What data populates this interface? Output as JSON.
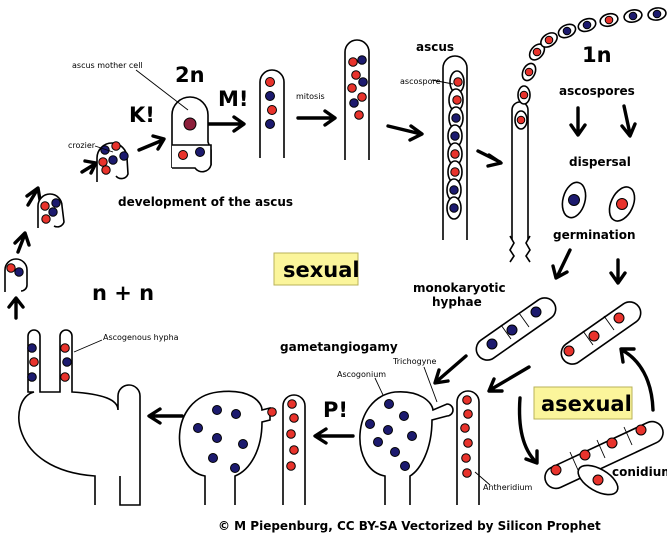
{
  "labels": {
    "ascus_mother_cell": "ascus mother cell",
    "two_n": "2n",
    "k": "K!",
    "m": "M!",
    "mitosis": "mitosis",
    "ascus": "ascus",
    "ascospore": "ascospore",
    "one_n": "1n",
    "ascospores": "ascospores",
    "crozier": "crozier",
    "dispersal": "dispersal",
    "development": "development of the ascus",
    "germination": "germination",
    "sexual": "sexual",
    "monokaryotic": "monokaryotic",
    "hyphae": "hyphae",
    "n_plus_n": "n + n",
    "ascogenous_hypha": "Ascogenous hypha",
    "gametangiogamy": "gametangiogamy",
    "trichogyne": "Trichogyne",
    "ascogonium": "Ascogonium",
    "p": "P!",
    "asexual": "asexual",
    "antheridium": "Antheridium",
    "conidium": "conidium",
    "credit": "© M Piepenburg, CC BY-SA Vectorized by Silicon Prophet"
  },
  "colors": {
    "red_nucleus": "#e8332c",
    "blue_nucleus": "#1c1a6e",
    "label_box": "#fbf59b"
  }
}
